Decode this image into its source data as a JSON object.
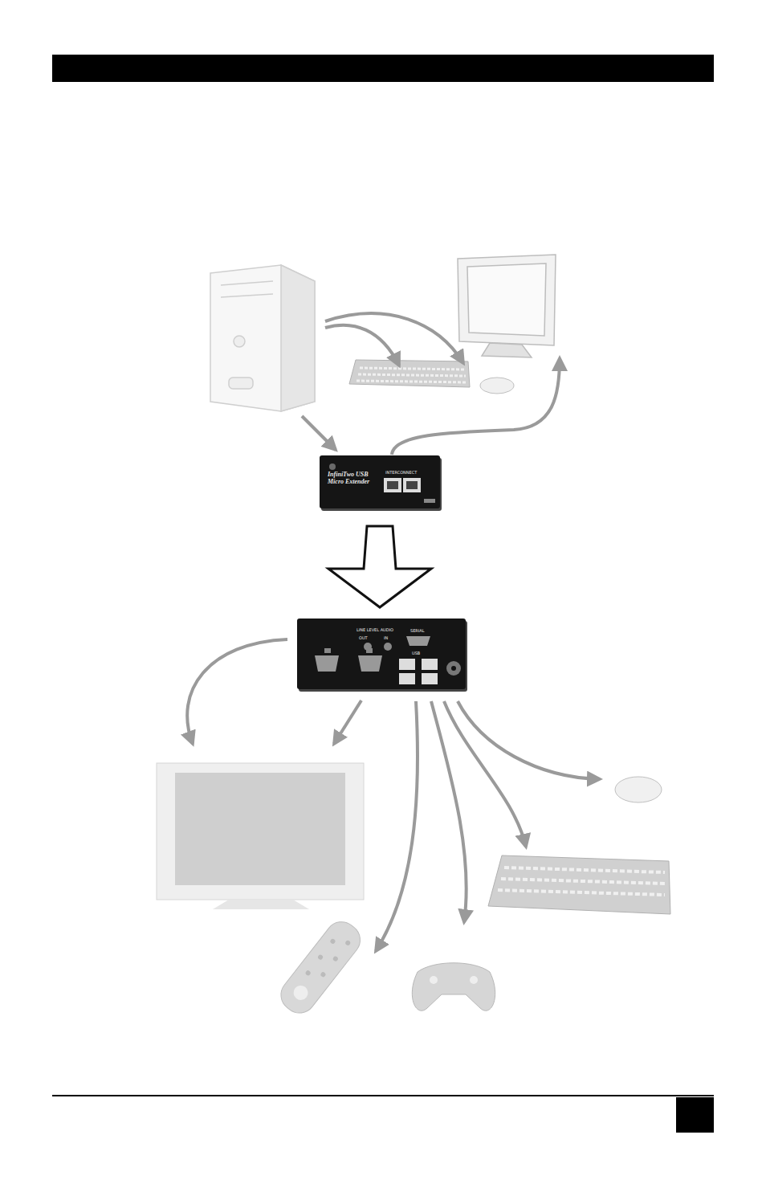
{
  "diagram": {
    "nodes": [
      {
        "text": [
          "InfiniTwo USB Micro Extender",
          "INTERCONNECT"
        ]
      },
      {
        "text": [
          "LINE LEVEL AUDIO",
          "OUT",
          "IN",
          "SERIAL",
          "USB"
        ]
      }
    ],
    "edges": [
      {
        "from": 0,
        "to": 1,
        "arrow": "to"
      }
    ]
  }
}
